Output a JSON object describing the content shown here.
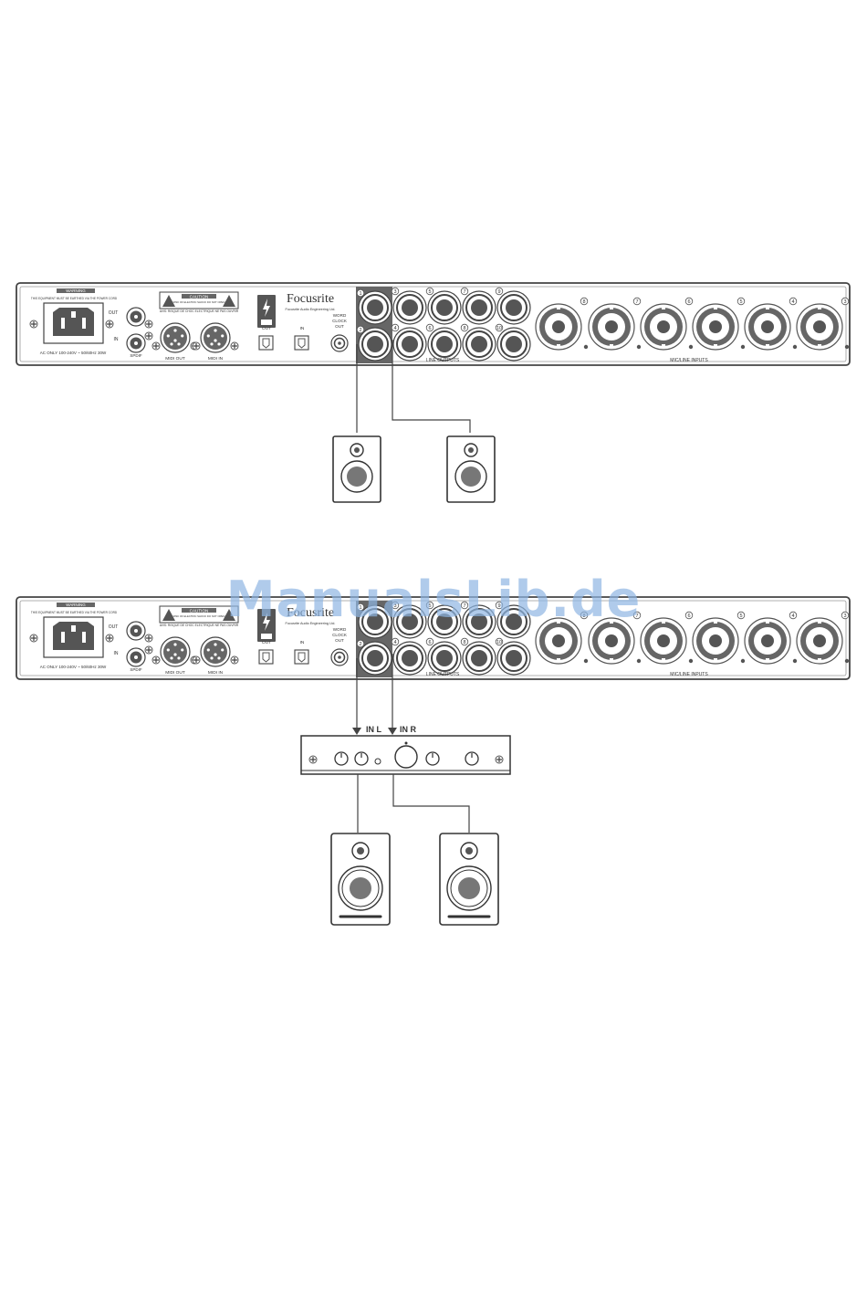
{
  "interface": {
    "warning_label": "WARNING",
    "warning_text": "THIS EQUIPMENT MUST BE EARTHED VIA THE POWER CORD",
    "power_rating": "AC ONLY 100-240V ~ 50/60Hz 30W",
    "spdif_out": "OUT",
    "spdif_in": "IN",
    "spdif_label": "SPDIF",
    "caution_label": "CAUTION",
    "caution_text": "RISK OF ELECTRIC SHOCK DO NOT OPEN",
    "avis_text": "AVIS: RISQUE DE CHOC ELECTRIQUE NE PAS OUVRIR",
    "midi_out": "MIDI OUT",
    "midi_in": "MIDI IN",
    "optical_out": "OUT",
    "optical_in": "IN",
    "brand": "Focusrite",
    "company": "Focusrite Audio Engineering Ltd.",
    "word_clock": [
      "WORD",
      "CLOCK",
      "OUT"
    ],
    "line_outputs_label": "LINE OUTPUTS",
    "line_output_numbers_top": [
      "1",
      "3",
      "5",
      "7",
      "9"
    ],
    "line_output_numbers_bottom": [
      "2",
      "4",
      "6",
      "8",
      "10"
    ],
    "mic_inputs_label": "MIC/LINE INPUTS",
    "mic_input_numbers": [
      "8",
      "7",
      "6",
      "5",
      "4",
      "3"
    ]
  },
  "amplifier": {
    "in_left": "IN L",
    "in_right": "IN R"
  },
  "watermark": "ManualsLib.de"
}
